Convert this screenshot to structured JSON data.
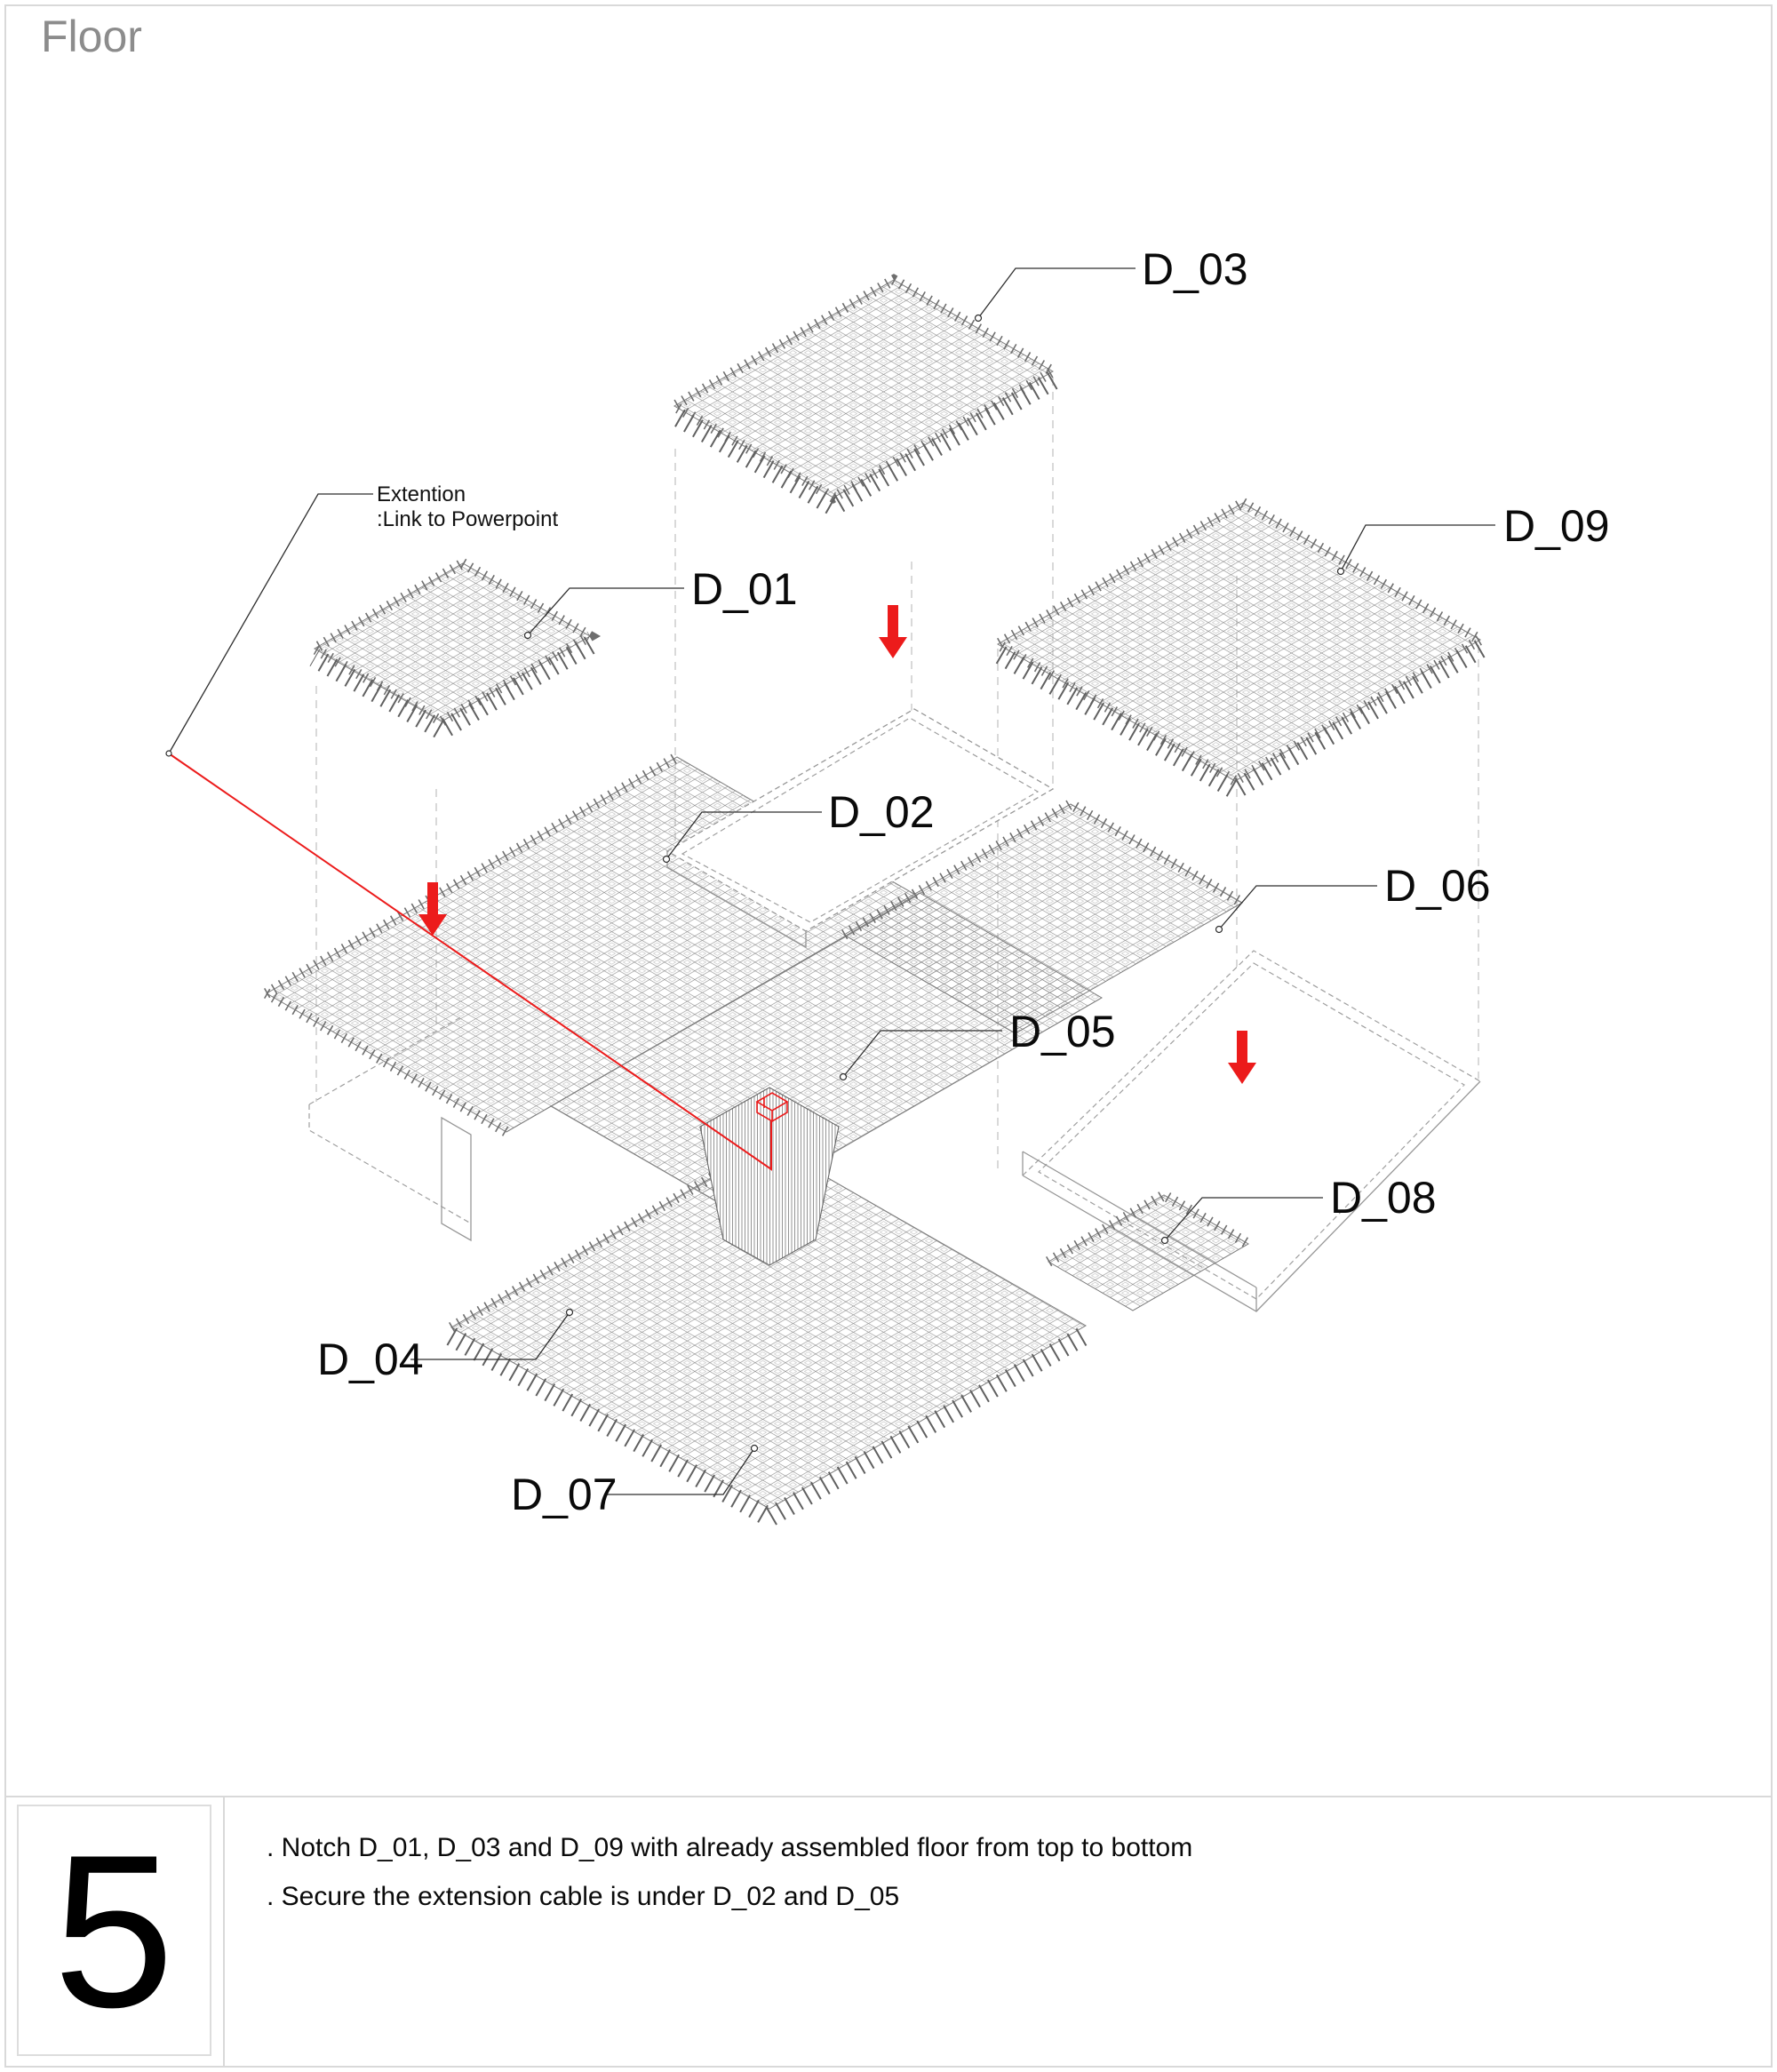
{
  "page": {
    "title": "Floor"
  },
  "annotation": {
    "line1": "Extention",
    "line2": ":Link to Powerpoint"
  },
  "part_labels": {
    "d01": "D_01",
    "d02": "D_02",
    "d03": "D_03",
    "d04": "D_04",
    "d05": "D_05",
    "d06": "D_06",
    "d07": "D_07",
    "d08": "D_08",
    "d09": "D_09"
  },
  "step": {
    "number": "5",
    "instructions": [
      ". Notch D_01, D_03 and D_09 with already assembled floor from top to bottom",
      ". Secure the extension cable is under D_02 and D_05"
    ]
  },
  "icons": {
    "down_arrow": "red-down-arrow"
  },
  "colors": {
    "accent_red": "#EC1B1B",
    "lattice_gray": "#7d7d7d",
    "projection_gray": "#c9c9c9",
    "border_gray": "#d9d9d9",
    "title_gray": "#8c8c8c"
  }
}
